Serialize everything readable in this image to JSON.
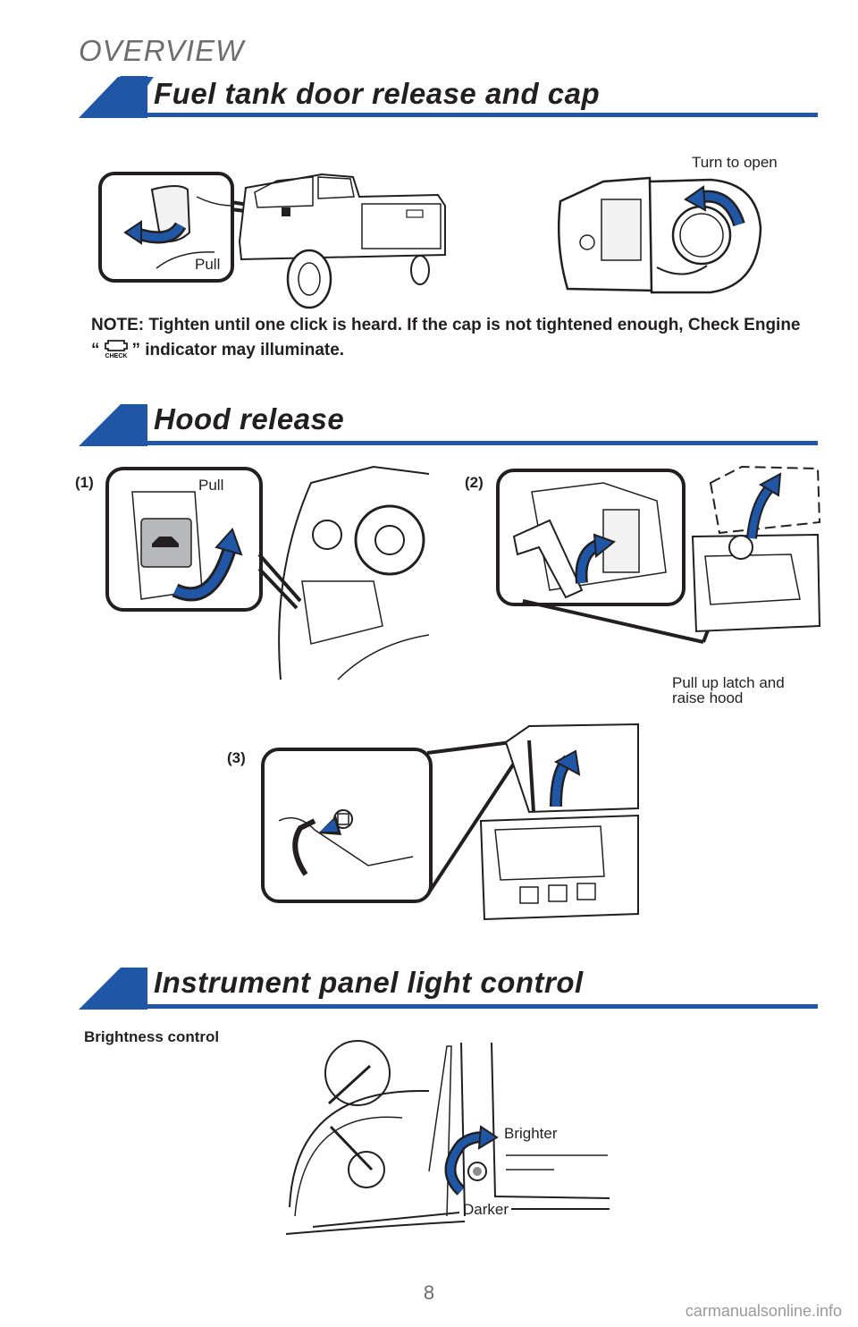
{
  "header": {
    "overview": "OVERVIEW"
  },
  "sections": {
    "fuel": {
      "title": "Fuel tank door release and cap",
      "pull_label": "Pull",
      "turn_label": "Turn to open",
      "note_part1": "NOTE: Tighten until one click is heard. If the cap is not tightened enough, Check Engine “",
      "note_icon_text": "CHECK",
      "note_part2": "” indicator may illuminate."
    },
    "hood": {
      "title": "Hood release",
      "step1": "(1)",
      "step1_pull": "Pull",
      "step2": "(2)",
      "step2_caption_line1": "Pull up latch and",
      "step2_caption_line2": "raise hood",
      "step3": "(3)"
    },
    "panel": {
      "title": "Instrument panel light control",
      "subtitle": "Brightness control",
      "brighter": "Brighter",
      "darker": "Darker"
    }
  },
  "footer": {
    "page_number": "8",
    "watermark": "carmanualsonline.info"
  },
  "colors": {
    "accent": "#1f57a6",
    "line": "#231f20",
    "muted": "#6b6d70"
  }
}
